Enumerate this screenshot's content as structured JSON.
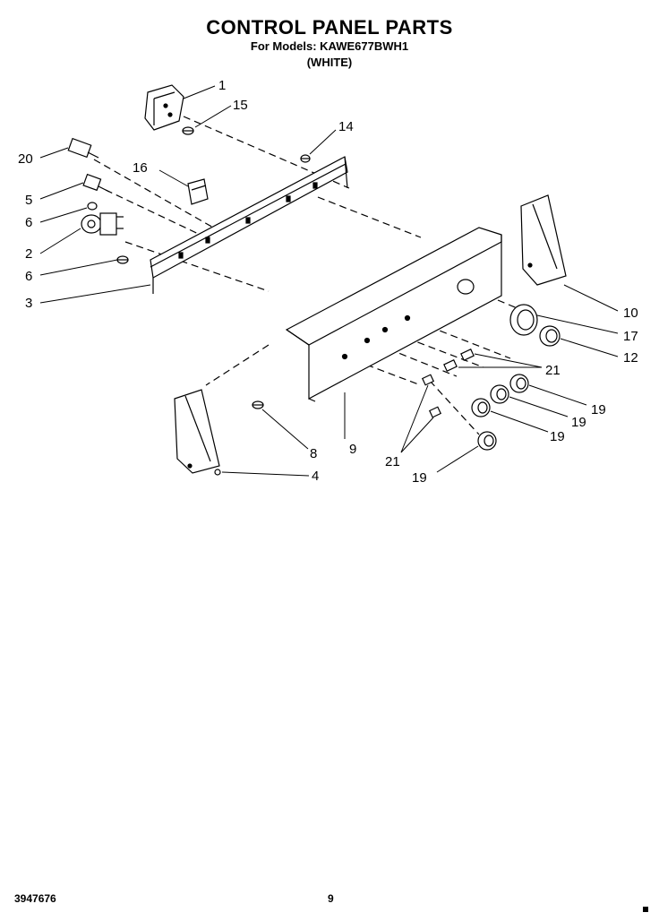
{
  "header": {
    "title": "CONTROL PANEL PARTS",
    "models_line": "For Models: KAWE677BWH1",
    "color_line": "(WHITE)"
  },
  "callouts": {
    "c1": "1",
    "c15": "15",
    "c14": "14",
    "c20": "20",
    "c16": "16",
    "c5": "5",
    "c6a": "6",
    "c2": "2",
    "c6b": "6",
    "c3": "3",
    "c10": "10",
    "c17": "17",
    "c12": "12",
    "c21a": "21",
    "c19a": "19",
    "c19b": "19",
    "c19c": "19",
    "c8": "8",
    "c9": "9",
    "c21b": "21",
    "c4": "4",
    "c19d": "19"
  },
  "footer": {
    "part_number": "3947676",
    "page_number": "9"
  }
}
